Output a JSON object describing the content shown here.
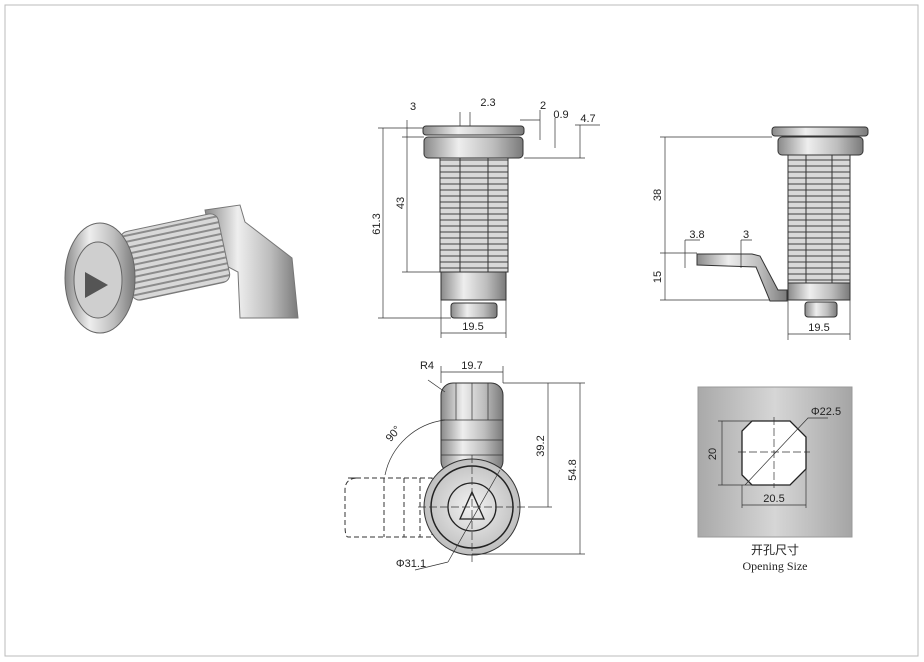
{
  "drawing": {
    "front_view": {
      "overall_height": "61.3",
      "thread_length": "43",
      "flange_thickness": "3",
      "flange_step": "2.3",
      "dim_2": "2",
      "dim_0_9": "0.9",
      "dim_4_7": "4.7",
      "body_width": "19.5"
    },
    "side_view": {
      "upper_length": "38",
      "cam_offset": "15",
      "cam_thickness": "3.8",
      "cam_bend": "3",
      "body_width": "19.5"
    },
    "bottom_view": {
      "radius": "R4",
      "cam_width": "19.7",
      "rotation": "90°",
      "center_to_end": "39.2",
      "overall_length": "54.8",
      "flange_diameter": "Φ31.1"
    },
    "opening": {
      "diameter": "Φ22.5",
      "height": "20",
      "width": "20.5",
      "caption_cn": "开孔尺寸",
      "caption_en": "Opening Size"
    }
  },
  "colors": {
    "border": "#bbbbbb",
    "metal": "#c8c8c8",
    "panel": "#b4b4b4"
  }
}
